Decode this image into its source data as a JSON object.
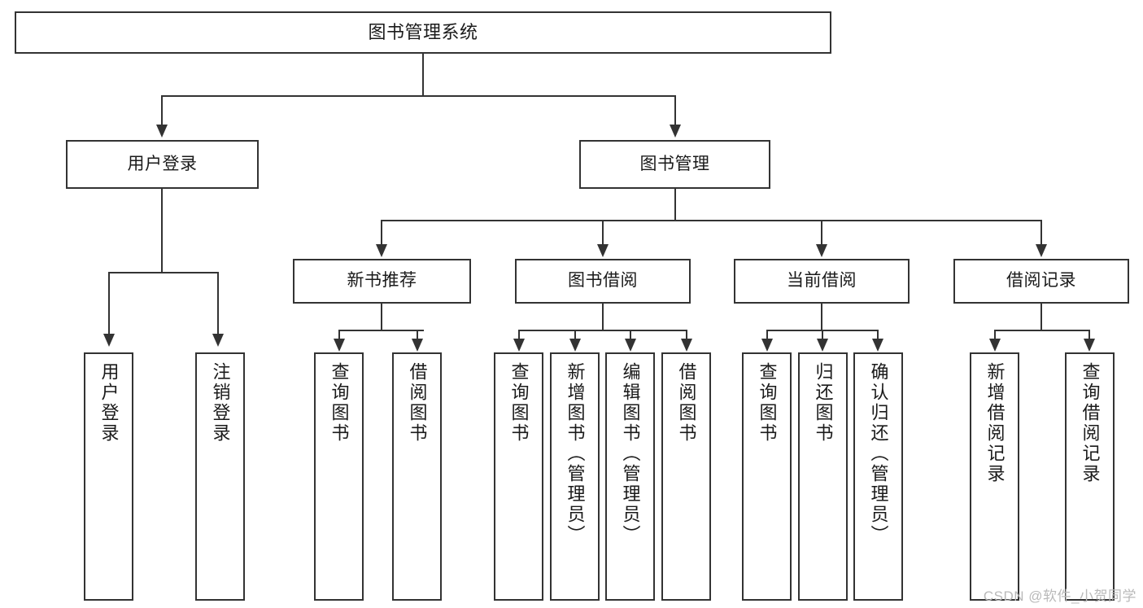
{
  "diagram": {
    "title": "图书管理系统",
    "type": "tree-hierarchy-chart",
    "watermark": "CSDN @软件_小贺同学",
    "colors": {
      "border": "#333333",
      "fill": "#ffffff",
      "text": "#1a1a1a",
      "background": "#ffffff",
      "watermark": "#b9b9b9"
    },
    "root": {
      "label": "图书管理系统"
    },
    "level2": [
      {
        "label": "用户登录"
      },
      {
        "label": "图书管理"
      }
    ],
    "level3": [
      {
        "label": "新书推荐"
      },
      {
        "label": "图书借阅"
      },
      {
        "label": "当前借阅"
      },
      {
        "label": "借阅记录"
      }
    ],
    "leaves": {
      "user_login": [
        {
          "label": "用户登录"
        },
        {
          "label": "注销登录"
        }
      ],
      "new_book": [
        {
          "label": "查询图书"
        },
        {
          "label": "借阅图书"
        }
      ],
      "book_borrow": [
        {
          "label": "查询图书"
        },
        {
          "label": "新增图书（管理员）"
        },
        {
          "label": "编辑图书（管理员）"
        },
        {
          "label": "借阅图书"
        }
      ],
      "current_borrow": [
        {
          "label": "查询图书"
        },
        {
          "label": "归还图书"
        },
        {
          "label": "确认归还（管理员）"
        }
      ],
      "borrow_record": [
        {
          "label": "新增借阅记录"
        },
        {
          "label": "查询借阅记录"
        }
      ]
    }
  }
}
